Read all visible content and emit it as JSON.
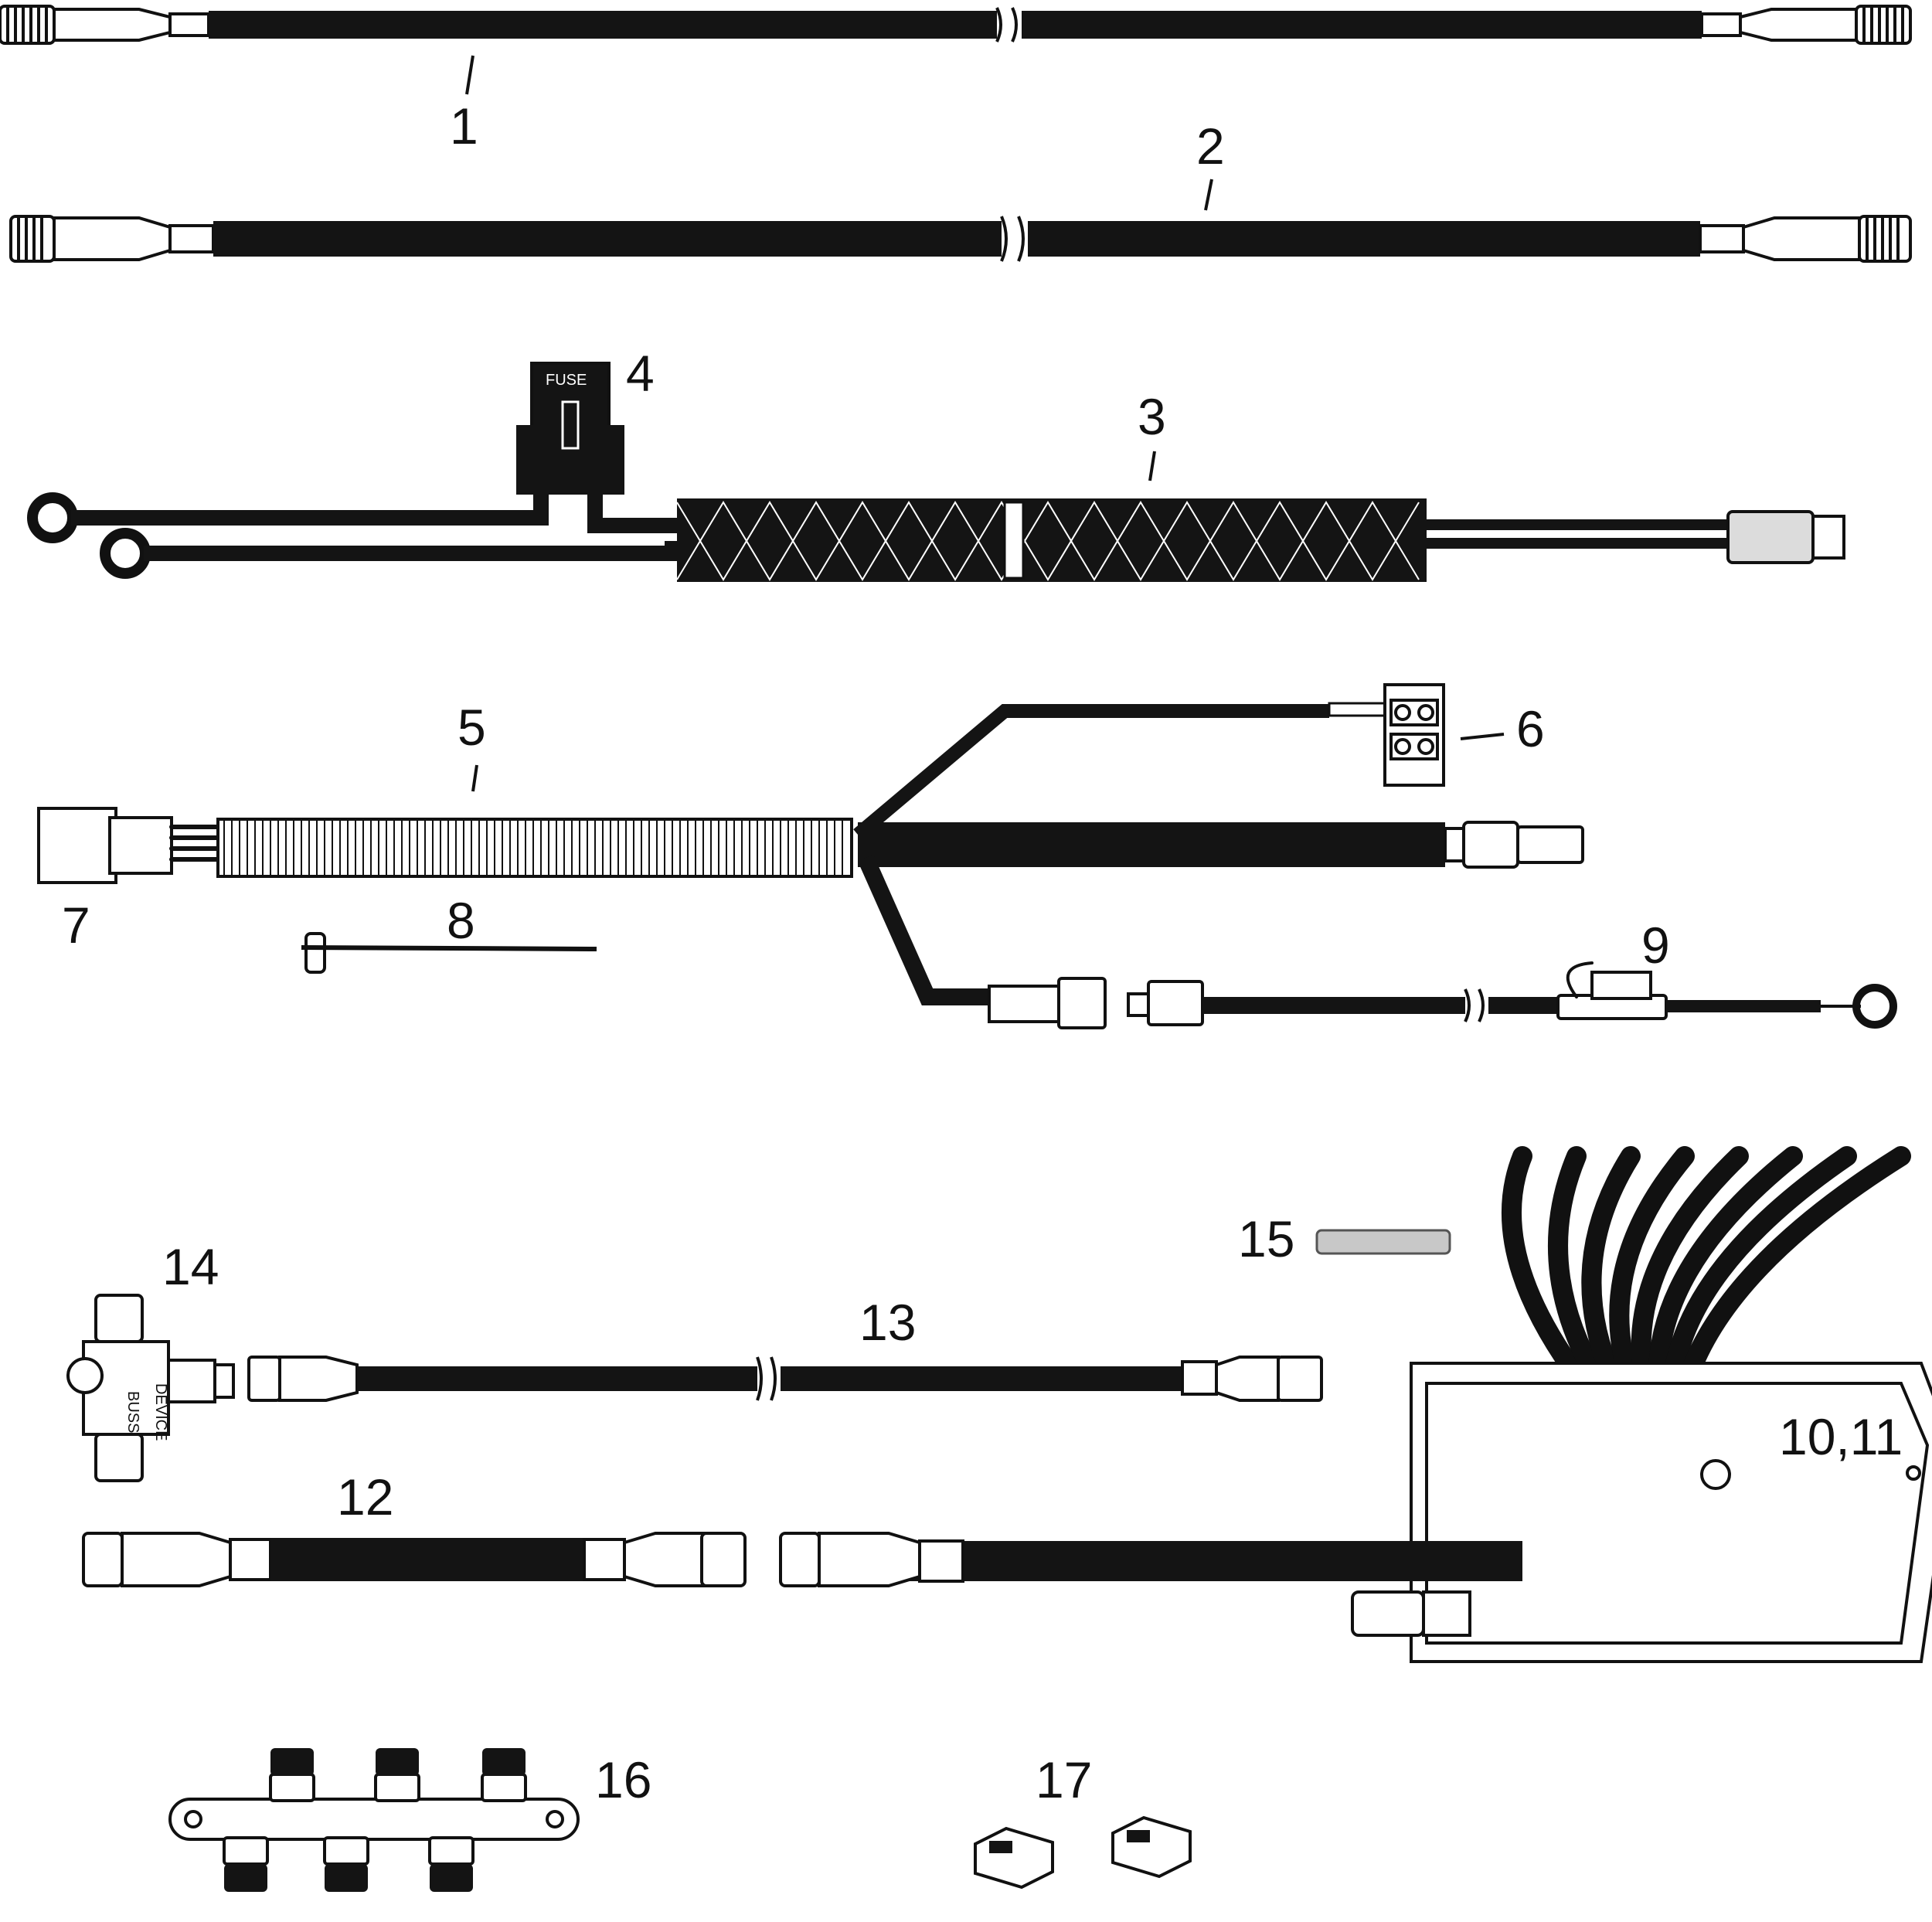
{
  "callouts": {
    "c1": "1",
    "c2": "2",
    "c3": "3",
    "c4": "4",
    "c5": "5",
    "c6": "6",
    "c7": "7",
    "c8": "8",
    "c9": "9",
    "c10_11": "10,11",
    "c12": "12",
    "c13": "13",
    "c14": "14",
    "c15": "15",
    "c16": "16",
    "c17": "17"
  },
  "labels": {
    "fuse": "FUSE",
    "buss": "BUSS",
    "device": "DEVICE"
  },
  "colors": {
    "line": "#111111",
    "cable": "#141414",
    "gray_wire": "#8c8c8c",
    "background": "#ffffff"
  }
}
